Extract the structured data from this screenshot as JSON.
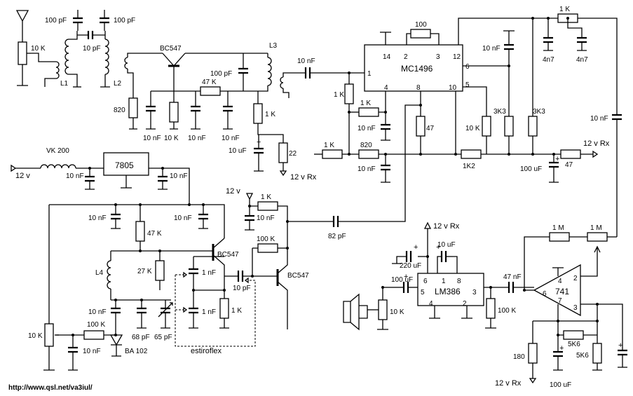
{
  "title": "",
  "footer_url": "http://www.qsl.net/va3iul/",
  "ics": {
    "mixer": "MC1496",
    "regulator": "7805",
    "audio_amp": "LM386",
    "opamp": "741"
  },
  "pins": {
    "mc1496": [
      "14",
      "2",
      "3",
      "12",
      "1",
      "6",
      "4",
      "8",
      "10",
      "5"
    ],
    "lm386": [
      "6",
      "5",
      "1",
      "8",
      "3",
      "4",
      "2"
    ],
    "op741": [
      "4",
      "2",
      "6",
      "7",
      "3"
    ]
  },
  "transistors": {
    "t1": "BC547",
    "t2": "BC547",
    "t3": "BC547"
  },
  "inductors": {
    "l1": "L1",
    "l2": "L2",
    "l3": "L3",
    "l4": "L4",
    "vk": "VK 200"
  },
  "diode": "BA 102",
  "estiroflex": "estiroflex",
  "rails": {
    "v12": "12 v",
    "v12rx": "12 v Rx"
  },
  "labels": {
    "pot_ant": "10 K",
    "c100pf_a": "100 pF",
    "c100pf_b": "100 pF",
    "c10pf_ant": "10 pF",
    "c100pf_l3": "100 pF",
    "r47k_top": "47 K",
    "r820_a": "820",
    "c10nf_a": "10 nF",
    "r10k_a": "10 K",
    "c10nf_b": "10 nF",
    "c10nf_c": "10 nF",
    "c10nf_l3": "10 nF",
    "r1k_a": "1 K",
    "c10uf_a": "10 uF",
    "r22": "22",
    "r1k_b": "1 K",
    "r1k_c": "1 K",
    "c10nf_mix": "10 nF",
    "r1k_d": "1 K",
    "r820_b": "820",
    "c10nf_e": "10 nF",
    "r47_mix": "47",
    "r100_mix": "100",
    "r1k_top": "1 K",
    "c10nf_top": "10 nF",
    "c4n7_a": "4n7",
    "c4n7_b": "4n7",
    "r10k_mix": "10 K",
    "r3k3_a": "3K3",
    "r3k3_b": "3K3",
    "c10nf_right": "10 nF",
    "r1k2": "1K2",
    "c100uf_mix": "100 uF",
    "r47_b": "47",
    "c10nf_reg_in": "10 nF",
    "c10nf_reg_out": "10 nF",
    "c10nf_osc_a": "10 nF",
    "c10nf_osc_b": "10 nF",
    "r47k_osc": "47 K",
    "r27k": "27 K",
    "c1nf_a": "1 nF",
    "c1nf_b": "1 nF",
    "c10pf_osc": "10 pF",
    "r1k_osc": "1 K",
    "c10nf_buf": "10 nF",
    "r1k_buf": "1 K",
    "r100k_buf": "100 K",
    "c82pf": "82 pF",
    "c10nf_l4": "10 nF",
    "c68pf": "68 pF",
    "c65pf": "65 pF",
    "r100k_d": "100 K",
    "pot_tune": "10 K",
    "c10nf_tune": "10 nF",
    "c220uf": "220 uF",
    "c10uf_lm": "10 uF",
    "c100uf_in": "100 uF",
    "pot_vol": "10 K",
    "r100k_lm": "100 K",
    "c47nf": "47 nF",
    "r1m_a": "1 M",
    "r1m_b": "1 M",
    "r180": "180",
    "r5k6_a": "5K6",
    "r5k6_b": "5K6",
    "c100uf_op": "100 uF"
  }
}
